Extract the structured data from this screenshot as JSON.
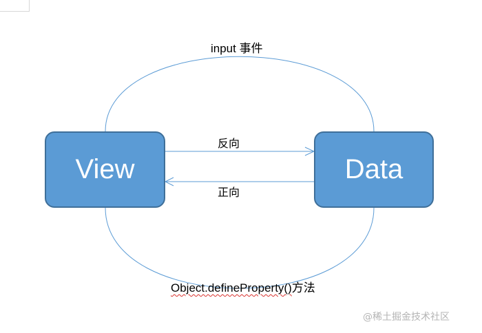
{
  "nodes": {
    "view": "View",
    "data": "Data"
  },
  "edges": {
    "top_label": "input 事件",
    "reverse_label": "反向",
    "forward_label": "正向",
    "bottom_method": "Object.defineProperty()",
    "bottom_suffix": "方法"
  },
  "watermark": "@稀土掘金技术社区",
  "colors": {
    "node_fill": "#5b9bd5",
    "node_border": "#3f6f99",
    "line": "#5b9bd5",
    "node_text": "#ffffff"
  }
}
